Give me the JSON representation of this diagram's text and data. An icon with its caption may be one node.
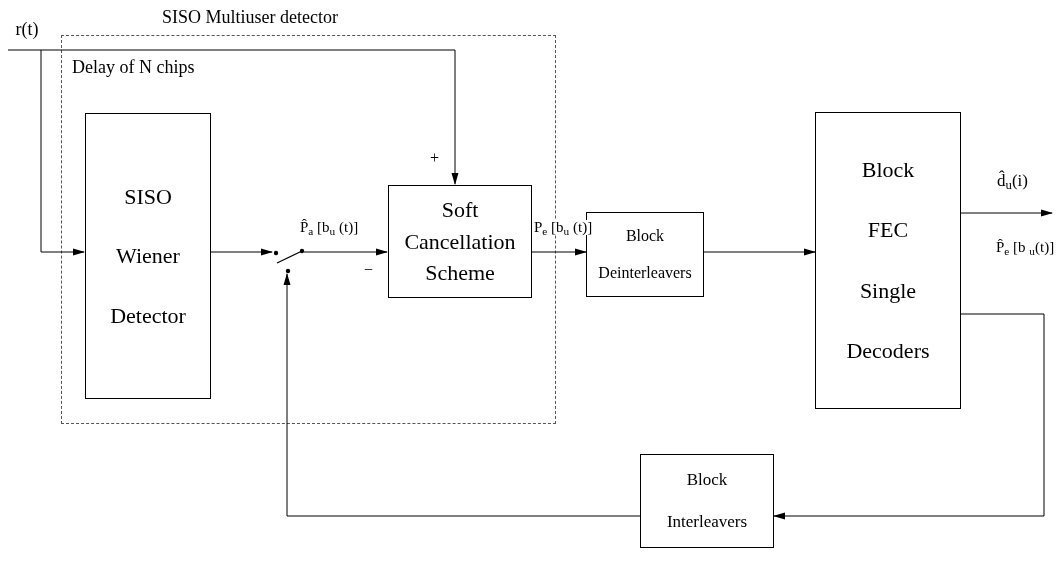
{
  "diagram": {
    "nodes": [
      {
        "text": [
          "SISO Multiuser detector"
        ]
      },
      {
        "text": [
          "SISO Wiener Detector"
        ],
        "in": 0
      },
      {
        "text": [],
        "shape": "switch",
        "in": 0
      },
      {
        "text": [
          "Soft Cancellation Scheme"
        ],
        "in": 0
      },
      {
        "text": [
          "Block Deinterleavers"
        ]
      },
      {
        "text": [
          "Block FEC Single Decoders"
        ]
      },
      {
        "text": [
          "Block Interleavers"
        ]
      },
      {
        "text": [
          "r(t)"
        ]
      }
    ],
    "edges": [
      {
        "from": 7,
        "to": 1,
        "arrow": "to"
      },
      {
        "from": 7,
        "to": 3,
        "arrow": "to",
        "label": "Delay of N chips"
      },
      {
        "from": 1,
        "to": 2,
        "arrow": "to"
      },
      {
        "from": 2,
        "to": 3,
        "arrow": "to",
        "label": "P̂$_{a}$ [b$_{u}$ (t)]"
      },
      {
        "from": 3,
        "to": 4,
        "arrow": "to",
        "label": "P$_{e}$ [b$_{u}$ (t)]"
      },
      {
        "from": 4,
        "to": 5,
        "arrow": "to"
      },
      {
        "from": 5,
        "to": null,
        "arrow": "to",
        "label": "d̂$_{u}$(i)"
      },
      {
        "from": 5,
        "to": 6,
        "arrow": "to",
        "label": "P̂$_{e}$ [b $_{u}$(t)]"
      },
      {
        "from": 6,
        "to": 2,
        "arrow": "to"
      }
    ],
    "labels": [
      "+",
      "−"
    ]
  }
}
